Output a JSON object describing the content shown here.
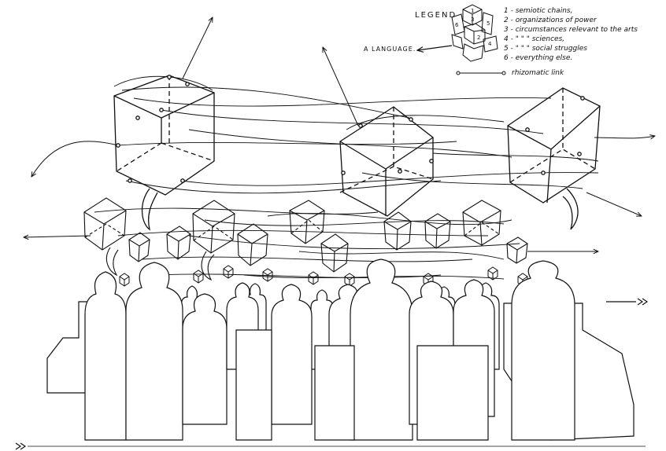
{
  "legend": {
    "title": "LEGEND",
    "items": [
      "1 - semiotic chains,",
      "2 - organizations of power",
      "3 - circumstances relevant to the arts",
      "4 - \"          \"          \"  sciences,",
      "5 - \"          \"          \"  social struggles",
      "6 - everything else."
    ],
    "link_label": "rhizomatic link",
    "language_label": "A LANGUAGE."
  },
  "colors": {
    "ink": "#111111",
    "paper": "#ffffff"
  },
  "icons": {
    "end_arrows": "double-chevron-arrow"
  }
}
